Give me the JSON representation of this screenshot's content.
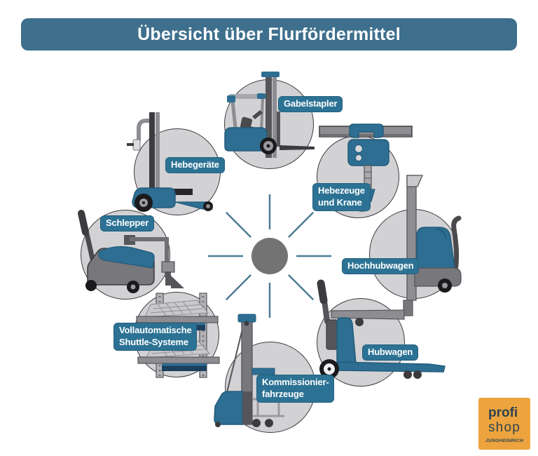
{
  "title": "Übersicht über Flurfördermittel",
  "items": [
    {
      "name": "gabelstapler",
      "label_lines": [
        "Gabelstapler"
      ]
    },
    {
      "name": "hebezeuge-und-krane",
      "label_lines": [
        "Hebezeuge",
        "und Krane"
      ]
    },
    {
      "name": "hochhubwagen",
      "label_lines": [
        "Hochhubwagen"
      ]
    },
    {
      "name": "hubwagen",
      "label_lines": [
        "Hubwagen"
      ]
    },
    {
      "name": "kommissionierfahrzeuge",
      "label_lines": [
        "Kommissionier-",
        "fahrzeuge"
      ]
    },
    {
      "name": "vollautomatische-shuttle-systeme",
      "label_lines": [
        "Vollautomatische",
        "Shuttle-Systeme"
      ]
    },
    {
      "name": "schlepper",
      "label_lines": [
        "Schlepper"
      ]
    },
    {
      "name": "hebegeraete",
      "label_lines": [
        "Hebegeräte"
      ]
    }
  ],
  "logo": {
    "word_top": "profi",
    "word_bottom": "shop",
    "brand": "JUNGHEINRICH"
  },
  "colors": {
    "banner_bg": "#3e6f8d",
    "badge_bg": "#2c7294",
    "badge_text": "#ffffff",
    "circle_fill": "#d2d2d5",
    "circle_border": "#3c3c40",
    "equipment_blue": "#2d6e92",
    "ray_blue": "#4d7b95",
    "hub_gray": "#737373",
    "logo_bg": "#eda43e",
    "logo_text": "#2f4450"
  }
}
